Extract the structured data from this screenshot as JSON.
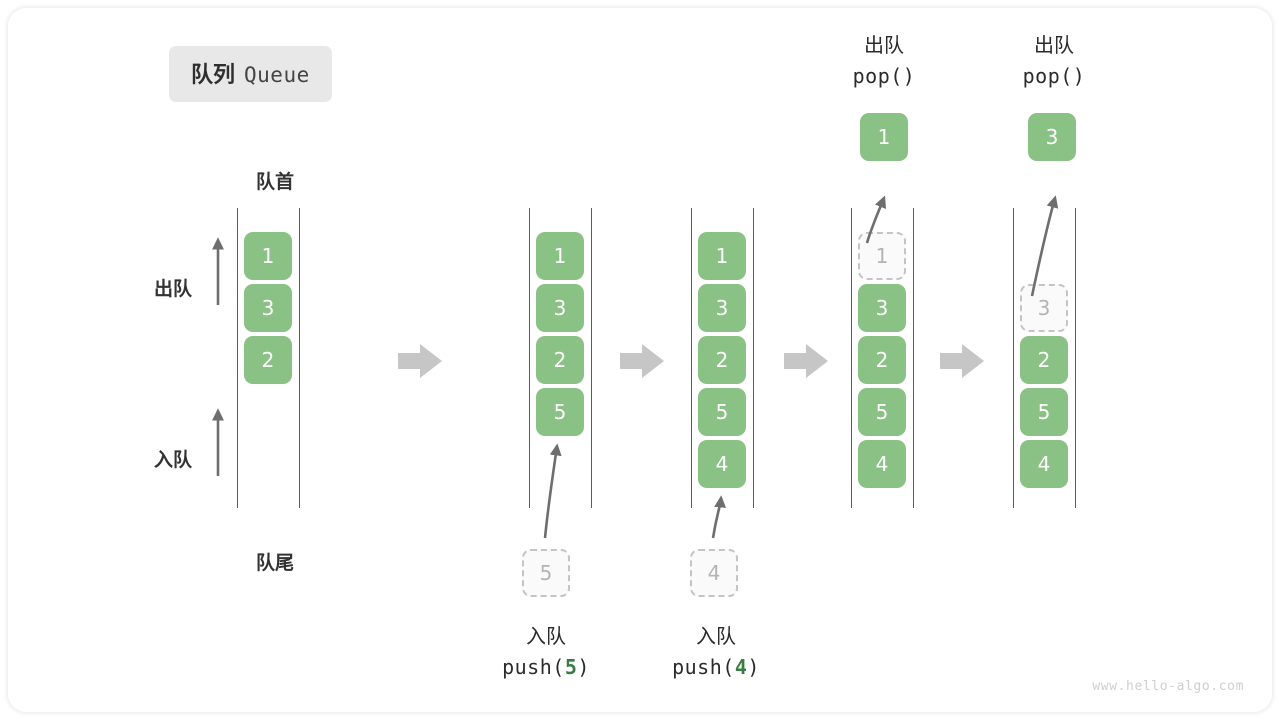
{
  "title": {
    "cn": "队列",
    "en": "Queue"
  },
  "labels": {
    "head": "队首",
    "tail": "队尾",
    "dequeue": "出队",
    "enqueue": "入队"
  },
  "colors": {
    "element_green": "#8ac185",
    "ghost_border": "#c4c4c4",
    "ghost_fill": "#fafafa",
    "rail": "#5b5b5b",
    "step_arrow": "#c6c6c6",
    "motion_arrow": "#6e6e6e",
    "badge_bg": "#e8e8e8",
    "code_accent": "#3a7d44"
  },
  "watermark": "www.hello-algo.com",
  "steps": [
    {
      "id": "initial",
      "slots": [
        "1",
        "3",
        "2",
        "",
        ""
      ],
      "states": [
        "filled",
        "filled",
        "filled",
        "empty",
        "empty"
      ]
    },
    {
      "id": "after-push-5",
      "slots": [
        "1",
        "3",
        "2",
        "5",
        ""
      ],
      "states": [
        "filled",
        "filled",
        "filled",
        "filled",
        "empty"
      ],
      "operation": {
        "cn": "入队",
        "code_prefix": "push(",
        "code_value": "5",
        "code_suffix": ")",
        "ghost_value": "5"
      }
    },
    {
      "id": "after-push-4",
      "slots": [
        "1",
        "3",
        "2",
        "5",
        "4"
      ],
      "states": [
        "filled",
        "filled",
        "filled",
        "filled",
        "filled"
      ],
      "operation": {
        "cn": "入队",
        "code_prefix": "push(",
        "code_value": "4",
        "code_suffix": ")",
        "ghost_value": "4"
      }
    },
    {
      "id": "after-pop-1",
      "slots": [
        "1",
        "3",
        "2",
        "5",
        "4"
      ],
      "states": [
        "ghost",
        "filled",
        "filled",
        "filled",
        "filled"
      ],
      "operation": {
        "cn": "出队",
        "code": "pop()",
        "popped_value": "1"
      }
    },
    {
      "id": "after-pop-3",
      "slots": [
        "",
        "3",
        "2",
        "5",
        "4"
      ],
      "states": [
        "empty",
        "ghost",
        "filled",
        "filled",
        "filled"
      ],
      "operation": {
        "cn": "出队",
        "code": "pop()",
        "popped_value": "3"
      }
    }
  ],
  "step_arrows": [
    "step-arrow-1",
    "step-arrow-2",
    "step-arrow-3",
    "step-arrow-4"
  ]
}
